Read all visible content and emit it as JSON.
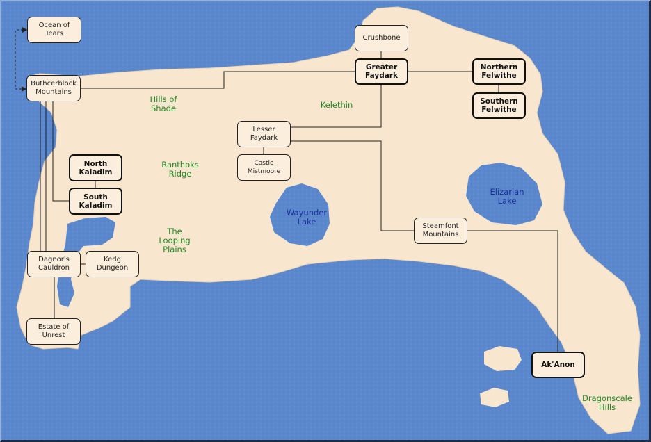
{
  "colors": {
    "water": "#5a87cc",
    "land": "#f8e6cf",
    "region_text": "#1f8a1f",
    "lake_text": "#1c2f9a"
  },
  "zones": {
    "ocean_of_tears": "Ocean of\nTears",
    "butcherblock": "Buthcerblock\nMountains",
    "crushbone": "Crushbone",
    "greater_faydark": "Greater\nFaydark",
    "northern_felwithe": "Northern\nFelwithe",
    "southern_felwithe": "Southern\nFelwithe",
    "lesser_faydark": "Lesser\nFaydark",
    "castle_mistmoore": "Castle\nMistmoore",
    "north_kaladim": "North\nKaladim",
    "south_kaladim": "South\nKaladim",
    "steamfont": "Steamfont\nMountains",
    "dagnors_cauldron": "Dagnor's\nCauldron",
    "kedge_dungeon": "Kedg\nDungeon",
    "estate_of_unrest": "Estate of\nUnrest",
    "akanon": "Ak'Anon"
  },
  "regions": {
    "hills_of_shade": "Hills of\nShade",
    "kelethin": "Kelethin",
    "ranthoks_ridge": "Ranthoks\nRidge",
    "looping_plains": "The\nLooping\nPlains",
    "dragonscale_hills": "Dragonscale\nHills"
  },
  "lakes": {
    "wayunder": "Wayunder\nLake",
    "elizarian": "Elizarian\nLake"
  }
}
